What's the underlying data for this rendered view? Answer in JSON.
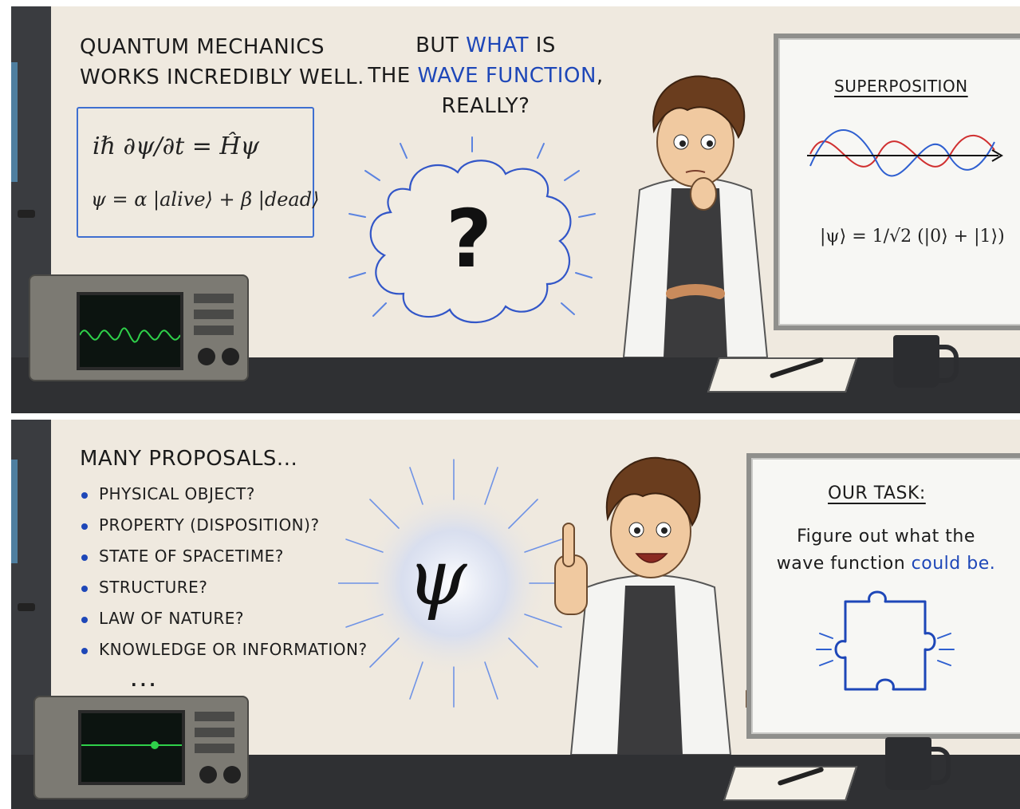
{
  "panel1": {
    "left_text": [
      "QUANTUM MECHANICS",
      "WORKS INCREDIBLY WELL."
    ],
    "question": {
      "line1_pre": "BUT ",
      "line1_em": "WHAT",
      "line1_post": " IS",
      "line2_pre": "THE ",
      "line2_em": "WAVE FUNCTION",
      "line2_post": ",",
      "line3": "REALLY?"
    },
    "equation1": "iℏ ∂ψ/∂t = Ĥψ",
    "equation2": "ψ = α |alive⟩ + β |dead⟩",
    "thought_symbol": "?",
    "board_title": "SUPERPOSITION",
    "board_equation": "|ψ⟩ = 1/√2 (|0⟩ + |1⟩)"
  },
  "panel2": {
    "heading": "MANY PROPOSALS...",
    "proposals": [
      "PHYSICAL OBJECT?",
      "PROPERTY (DISPOSITION)?",
      "STATE OF SPACETIME?",
      "STRUCTURE?",
      "LAW OF NATURE?",
      "KNOWLEDGE OR INFORMATION?"
    ],
    "ellipsis": "...",
    "psi_symbol": "ψ",
    "board_title": "OUR TASK:",
    "board_line1": "Figure out what the",
    "board_line2_pre": "wave function ",
    "board_line2_em": "could be."
  },
  "colors": {
    "accent": "#1e47b8",
    "wall": "#efe9df",
    "bench": "#2f3033",
    "scope_trace": "#2fd04a"
  }
}
